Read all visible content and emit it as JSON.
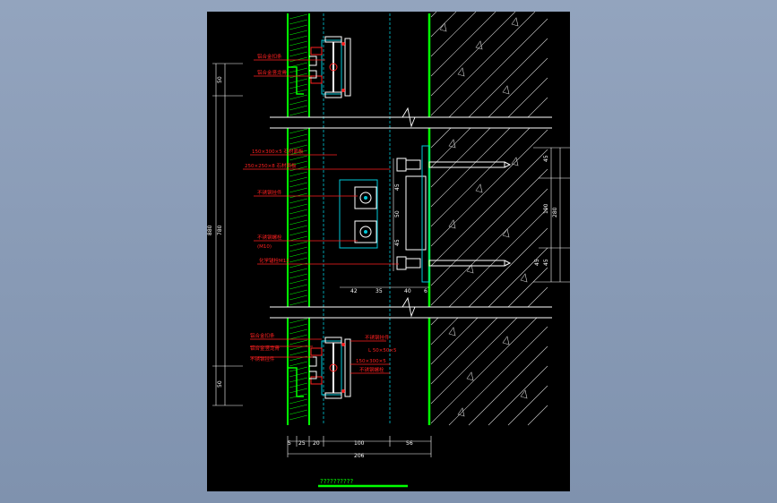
{
  "drawing": {
    "title": "??????????",
    "labels_left": [
      {
        "id": "l1",
        "text": "铝合金扣条"
      },
      {
        "id": "l2",
        "text": "铝合金竖龙骨"
      },
      {
        "id": "l3",
        "text": "150×300×5 石材面板"
      },
      {
        "id": "l4",
        "text": "250×250×8 石材面板"
      },
      {
        "id": "l5",
        "text": "不锈钢挂件"
      },
      {
        "id": "l6",
        "text": "不锈钢螺栓"
      },
      {
        "id": "l7",
        "text": "(M10)"
      },
      {
        "id": "l8",
        "text": "化学锚栓M12"
      },
      {
        "id": "l9",
        "text": "铝合金扣条"
      },
      {
        "id": "l10",
        "text": "铝合金竖龙骨"
      },
      {
        "id": "l11",
        "text": "不锈钢挂件"
      }
    ],
    "labels_right": [
      {
        "id": "r1",
        "text": "不锈钢挂件"
      },
      {
        "id": "r2",
        "text": "L 50×50×5"
      },
      {
        "id": "r3",
        "text": "150×300×5"
      },
      {
        "id": "r4",
        "text": "不锈钢螺栓"
      }
    ],
    "dims": {
      "left_outer": "880",
      "left_top": "50",
      "left_mid": "780",
      "left_bottom": "50",
      "right_a": "45",
      "right_b": "45",
      "right_c": "190",
      "right_total": "280",
      "right_d": "45",
      "mid_v1": "45",
      "mid_v2": "50",
      "mid_v3": "45",
      "h1": "42",
      "h2": "35",
      "h3": "40",
      "h4": "6",
      "b1": "5",
      "b2": "25",
      "b3": "20",
      "b4": "100",
      "b5": "56",
      "b_total": "206"
    },
    "colors": {
      "background": "#000000",
      "green": "#00ff00",
      "red": "#ff2020",
      "cyan": "#00c8d8",
      "white": "#ffffff"
    }
  }
}
